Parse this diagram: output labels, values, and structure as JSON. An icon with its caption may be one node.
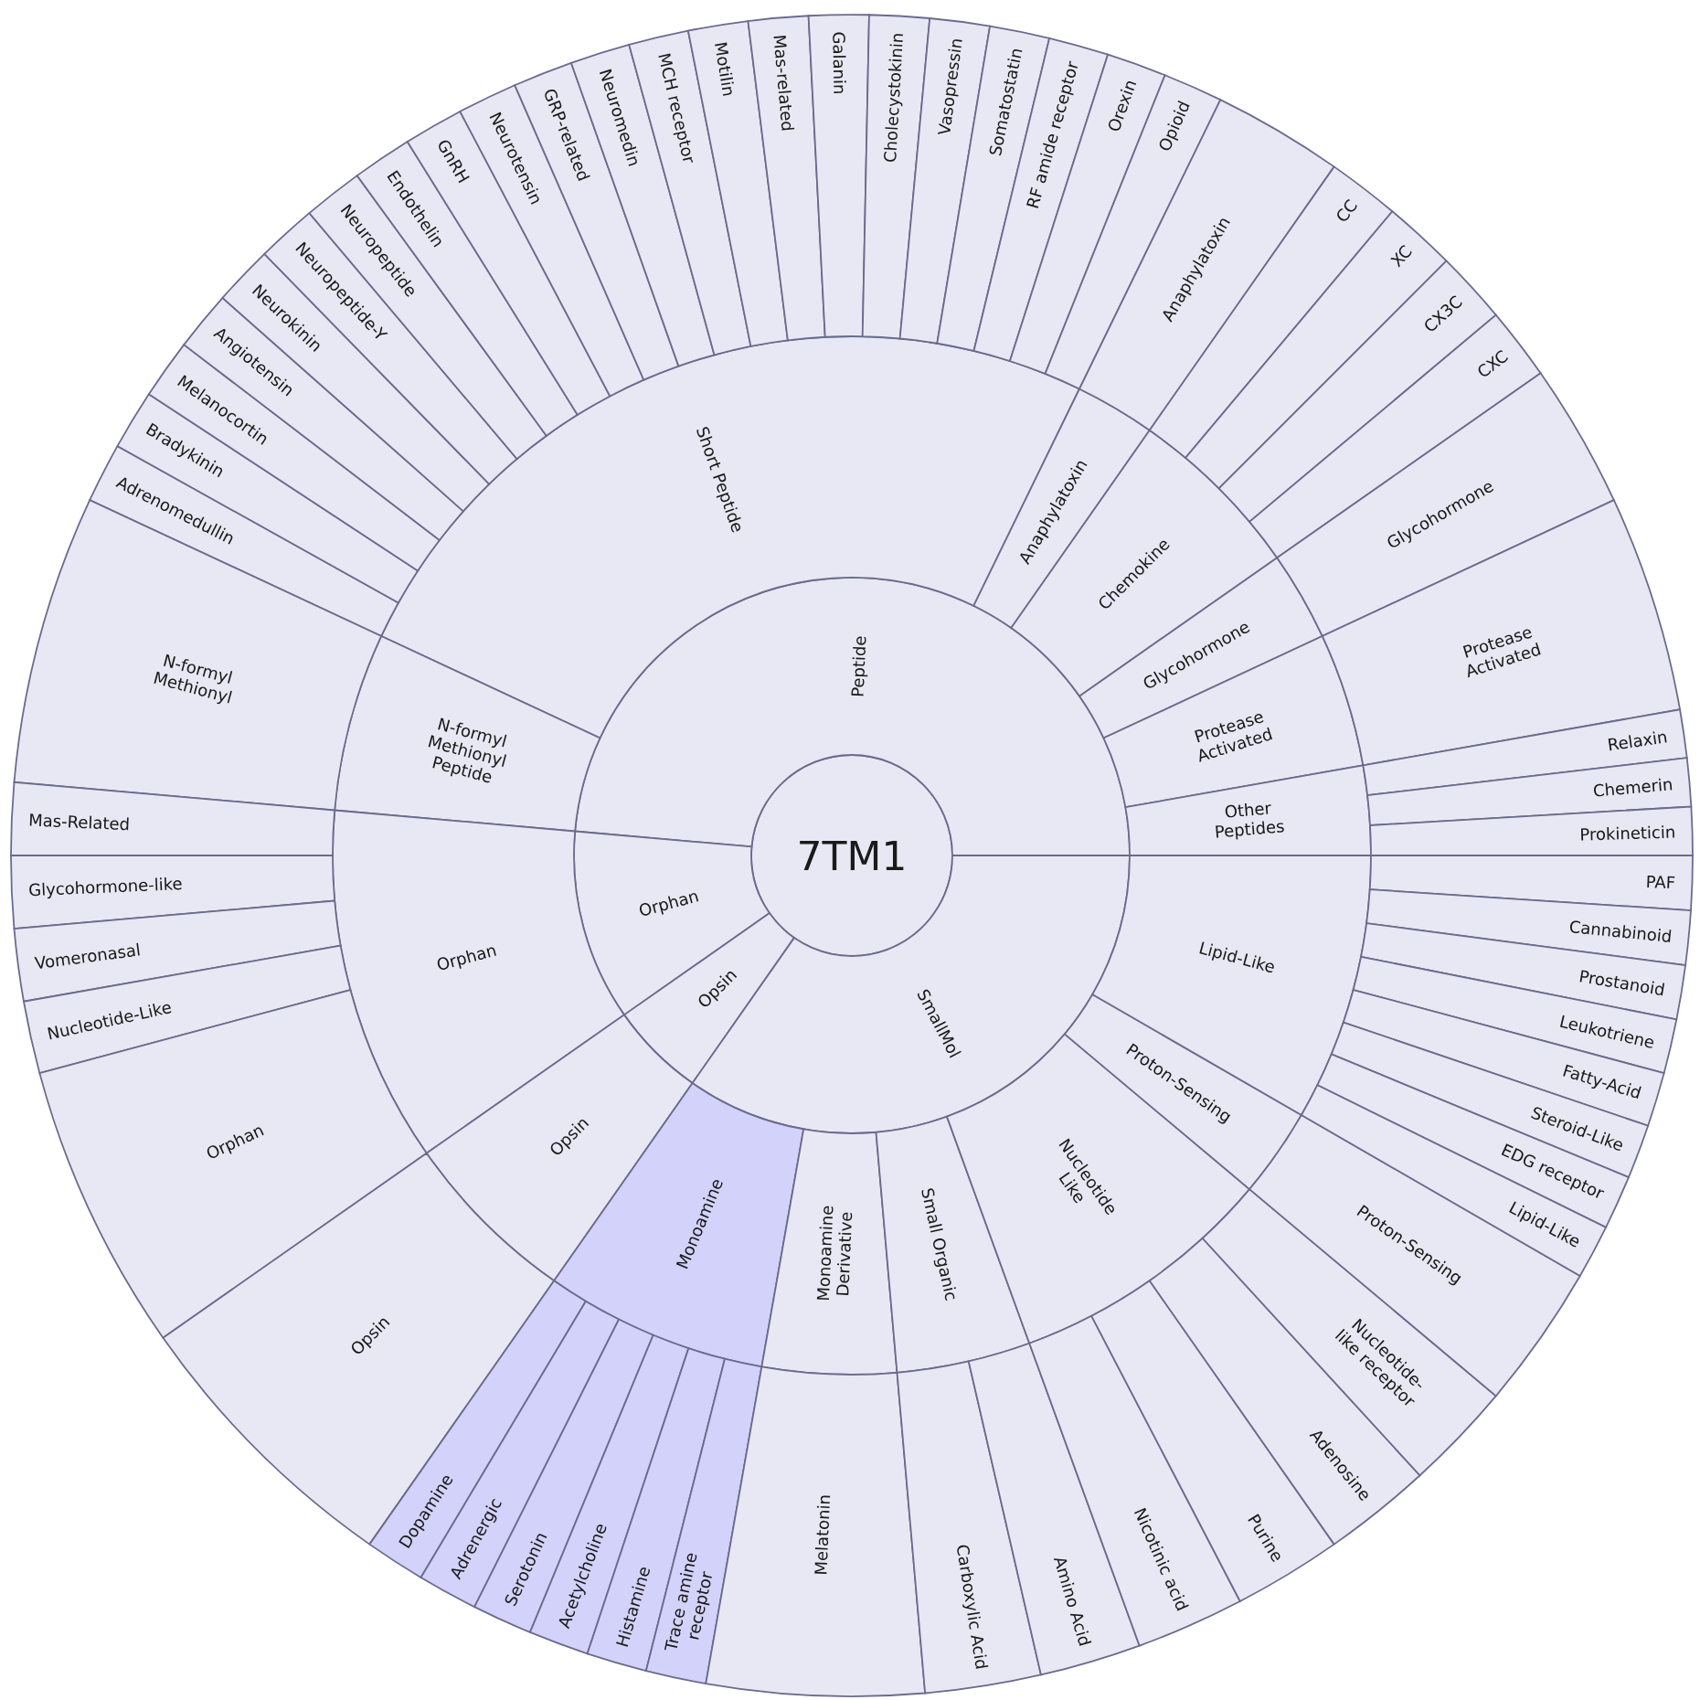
{
  "diagram": {
    "nodes": [
      {
        "text": [
          "7TM1"
        ]
      },
      {
        "text": [
          "Peptide"
        ]
      },
      {
        "text": [
          "Short Peptide"
        ]
      },
      {
        "text": [
          "Adrenomedullin"
        ]
      },
      {
        "text": [
          "Bradykinin"
        ]
      },
      {
        "text": [
          "Melanocortin"
        ]
      },
      {
        "text": [
          "Angiotensin"
        ]
      },
      {
        "text": [
          "Neurokinin"
        ]
      },
      {
        "text": [
          "Neuropeptide-Y"
        ]
      },
      {
        "text": [
          "Neuropeptide"
        ]
      },
      {
        "text": [
          "Endothelin"
        ]
      },
      {
        "text": [
          "GnRH"
        ]
      },
      {
        "text": [
          "Neurotensin"
        ]
      },
      {
        "text": [
          "GRP-related"
        ]
      },
      {
        "text": [
          "Neuromedin"
        ]
      },
      {
        "text": [
          "MCH receptor"
        ]
      },
      {
        "text": [
          "Motilin"
        ]
      },
      {
        "text": [
          "Mas-related"
        ]
      },
      {
        "text": [
          "Galanin"
        ]
      },
      {
        "text": [
          "Cholecystokinin"
        ]
      },
      {
        "text": [
          "Vasopressin"
        ]
      },
      {
        "text": [
          "Somatostatin"
        ]
      },
      {
        "text": [
          "RF amide receptor"
        ]
      },
      {
        "text": [
          "Orexin"
        ]
      },
      {
        "text": [
          "Opioid"
        ]
      },
      {
        "text": [
          "Anaphylatoxin"
        ]
      },
      {
        "text": [
          "Anaphylatoxin"
        ]
      },
      {
        "text": [
          "Chemokine"
        ]
      },
      {
        "text": [
          "CC"
        ]
      },
      {
        "text": [
          "XC"
        ]
      },
      {
        "text": [
          "CX3C"
        ]
      },
      {
        "text": [
          "CXC"
        ]
      },
      {
        "text": [
          "Glycohormone"
        ]
      },
      {
        "text": [
          "Glycohormone"
        ]
      },
      {
        "text": [
          "Protease Activated"
        ]
      },
      {
        "text": [
          "Protease Activated"
        ]
      },
      {
        "text": [
          "Other Peptides"
        ]
      },
      {
        "text": [
          "Relaxin"
        ]
      },
      {
        "text": [
          "Chemerin"
        ]
      },
      {
        "text": [
          "Prokineticin"
        ]
      },
      {
        "text": [
          "N-formyl Methionyl Peptide"
        ]
      },
      {
        "text": [
          "N-formyl Methionyl"
        ]
      },
      {
        "text": [
          "Orphan"
        ]
      },
      {
        "text": [
          "Orphan"
        ]
      },
      {
        "text": [
          "Mas-Related"
        ]
      },
      {
        "text": [
          "Glycohormone-like"
        ]
      },
      {
        "text": [
          "Vomeronasal"
        ]
      },
      {
        "text": [
          "Nucleotide-Like"
        ]
      },
      {
        "text": [
          "Orphan"
        ]
      },
      {
        "text": [
          "Opsin"
        ]
      },
      {
        "text": [
          "Opsin"
        ]
      },
      {
        "text": [
          "Opsin"
        ]
      },
      {
        "text": [
          "SmallMol"
        ]
      },
      {
        "text": [
          "Monoamine"
        ]
      },
      {
        "text": [
          "Dopamine"
        ]
      },
      {
        "text": [
          "Adrenergic"
        ]
      },
      {
        "text": [
          "Serotonin"
        ]
      },
      {
        "text": [
          "Acetylcholine"
        ]
      },
      {
        "text": [
          "Histamine"
        ]
      },
      {
        "text": [
          "Trace amine receptor"
        ]
      },
      {
        "text": [
          "Monoamine Derivative"
        ]
      },
      {
        "text": [
          "Melatonin"
        ]
      },
      {
        "text": [
          "Small Organic"
        ]
      },
      {
        "text": [
          "Carboxylic Acid"
        ]
      },
      {
        "text": [
          "Amino Acid"
        ]
      },
      {
        "text": [
          "Nucleotide Like"
        ]
      },
      {
        "text": [
          "Nicotinic acid"
        ]
      },
      {
        "text": [
          "Purine"
        ]
      },
      {
        "text": [
          "Adenosine"
        ]
      },
      {
        "text": [
          "Nucleotide-like receptor"
        ]
      },
      {
        "text": [
          "Proton-Sensing"
        ]
      },
      {
        "text": [
          "Proton-Sensing"
        ]
      },
      {
        "text": [
          "Lipid-Like"
        ]
      },
      {
        "text": [
          "PAF"
        ]
      },
      {
        "text": [
          "Cannabinoid"
        ]
      },
      {
        "text": [
          "Prostanoid"
        ]
      },
      {
        "text": [
          "Leukotriene"
        ]
      },
      {
        "text": [
          "Fatty-Acid"
        ]
      },
      {
        "text": [
          "Steroid-Like"
        ]
      },
      {
        "text": [
          "EDG receptor"
        ]
      },
      {
        "text": [
          "Lipid-Like"
        ]
      }
    ]
  }
}
